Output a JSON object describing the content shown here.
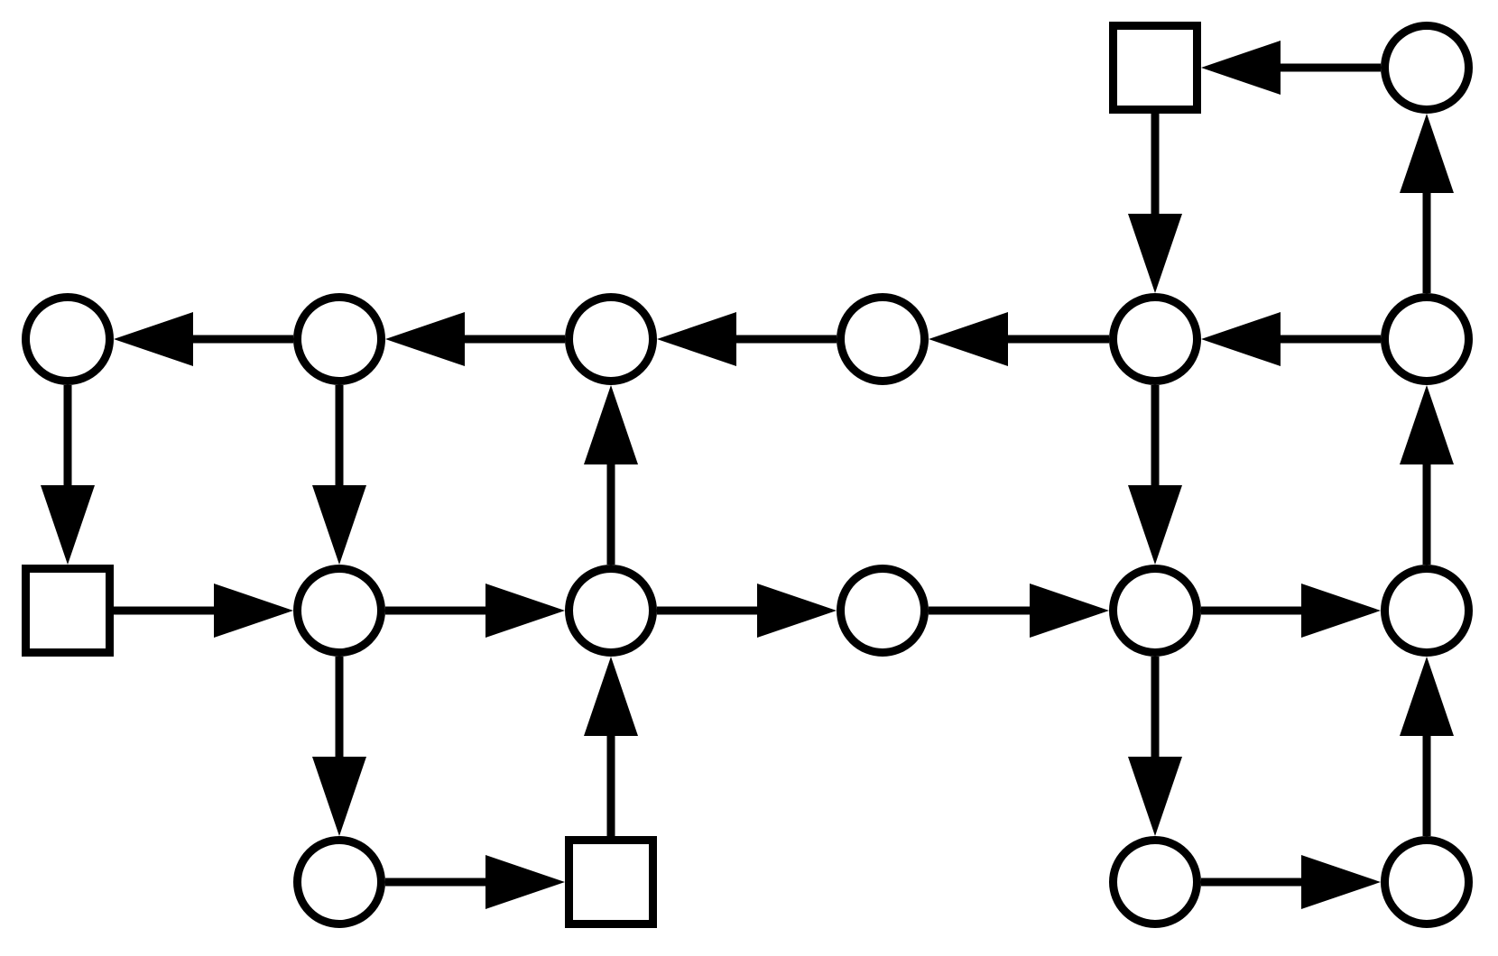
{
  "diagram": {
    "colors": {
      "stroke": "#000000",
      "node_fill": "#ffffff",
      "background": "#ffffff"
    },
    "nodes": [
      {
        "id": "n0",
        "shape": "circle"
      },
      {
        "id": "n1",
        "shape": "circle"
      },
      {
        "id": "n2",
        "shape": "circle"
      },
      {
        "id": "n3",
        "shape": "circle"
      },
      {
        "id": "n4",
        "shape": "circle"
      },
      {
        "id": "n5",
        "shape": "circle"
      },
      {
        "id": "n6",
        "shape": "square"
      },
      {
        "id": "n7",
        "shape": "circle"
      },
      {
        "id": "n8",
        "shape": "circle"
      },
      {
        "id": "n9",
        "shape": "circle"
      },
      {
        "id": "n10",
        "shape": "circle"
      },
      {
        "id": "n11",
        "shape": "circle"
      },
      {
        "id": "n12",
        "shape": "square"
      },
      {
        "id": "n13",
        "shape": "circle"
      },
      {
        "id": "n14",
        "shape": "circle"
      },
      {
        "id": "n15",
        "shape": "square"
      },
      {
        "id": "n16",
        "shape": "circle"
      },
      {
        "id": "n17",
        "shape": "square"
      },
      {
        "id": "n18",
        "shape": "circle"
      }
    ],
    "edges": [
      {
        "from": "n18",
        "to": "n17"
      },
      {
        "from": "n17",
        "to": "n4"
      },
      {
        "from": "n5",
        "to": "n18"
      },
      {
        "from": "n5",
        "to": "n4"
      },
      {
        "from": "n4",
        "to": "n3"
      },
      {
        "from": "n3",
        "to": "n2"
      },
      {
        "from": "n2",
        "to": "n1"
      },
      {
        "from": "n1",
        "to": "n0"
      },
      {
        "from": "n0",
        "to": "n6"
      },
      {
        "from": "n1",
        "to": "n7"
      },
      {
        "from": "n4",
        "to": "n10"
      },
      {
        "from": "n8",
        "to": "n2"
      },
      {
        "from": "n11",
        "to": "n5"
      },
      {
        "from": "n6",
        "to": "n7"
      },
      {
        "from": "n7",
        "to": "n8"
      },
      {
        "from": "n8",
        "to": "n9"
      },
      {
        "from": "n9",
        "to": "n10"
      },
      {
        "from": "n10",
        "to": "n11"
      },
      {
        "from": "n7",
        "to": "n13"
      },
      {
        "from": "n10",
        "to": "n14"
      },
      {
        "from": "n15",
        "to": "n8"
      },
      {
        "from": "n17b",
        "to": "n11"
      },
      {
        "from": "n13",
        "to": "n15"
      },
      {
        "from": "n14",
        "to": "n16"
      }
    ]
  }
}
